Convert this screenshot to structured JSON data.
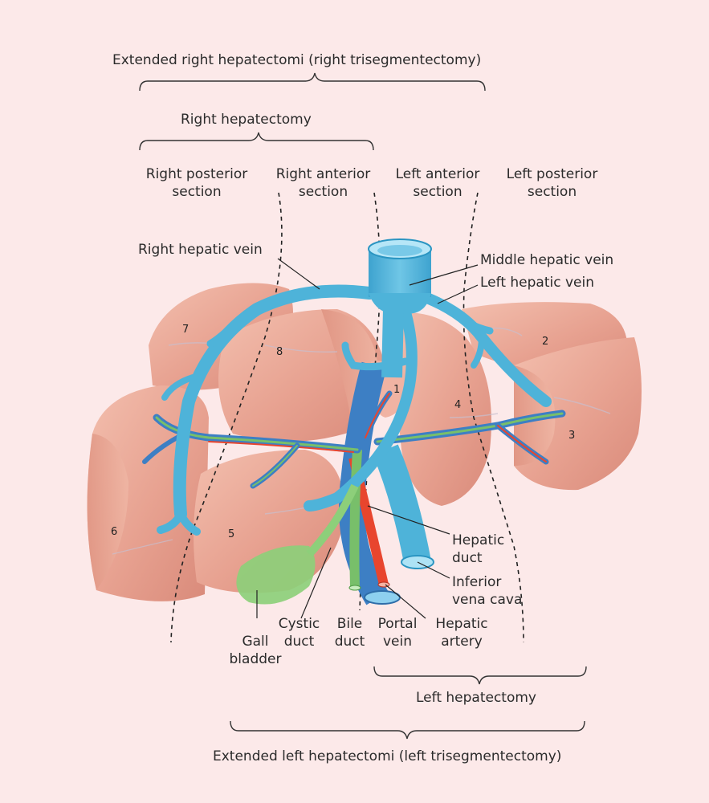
{
  "colors": {
    "background": "#fce9e9",
    "liver": "#e9a592",
    "vein": "#4eb3d9",
    "artery": "#e8452e",
    "bile": "#78bf6a",
    "portal": "#3d7fc4",
    "gall_bladder": "#8dcf7a"
  },
  "brackets": {
    "extended_right": "Extended right hepatectomi (right trisegmentectomy)",
    "right": "Right hepatectomy",
    "left": "Left hepatectomy",
    "extended_left": "Extended left hepatectomi (left trisegmentectomy)"
  },
  "sections": {
    "right_posterior": [
      "Right posterior",
      "section"
    ],
    "right_anterior": [
      "Right anterior",
      "section"
    ],
    "left_anterior": [
      "Left anterior",
      "section"
    ],
    "left_posterior": [
      "Left posterior",
      "section"
    ]
  },
  "veins": {
    "right_hepatic": "Right hepatic vein",
    "middle_hepatic": "Middle hepatic vein",
    "left_hepatic": "Left hepatic vein"
  },
  "structures": {
    "hepatic_duct": [
      "Hepatic",
      "duct"
    ],
    "inferior_vena_cava": [
      "Inferior",
      "vena cava"
    ],
    "gall_bladder": [
      "Gall",
      "bladder"
    ],
    "cystic_duct": [
      "Cystic",
      "duct"
    ],
    "bile_duct": [
      "Bile",
      "duct"
    ],
    "portal_vein": [
      "Portal",
      "vein"
    ],
    "hepatic_artery": [
      "Hepatic",
      "artery"
    ]
  },
  "segments": [
    "1",
    "2",
    "3",
    "4",
    "5",
    "6",
    "7",
    "8"
  ]
}
